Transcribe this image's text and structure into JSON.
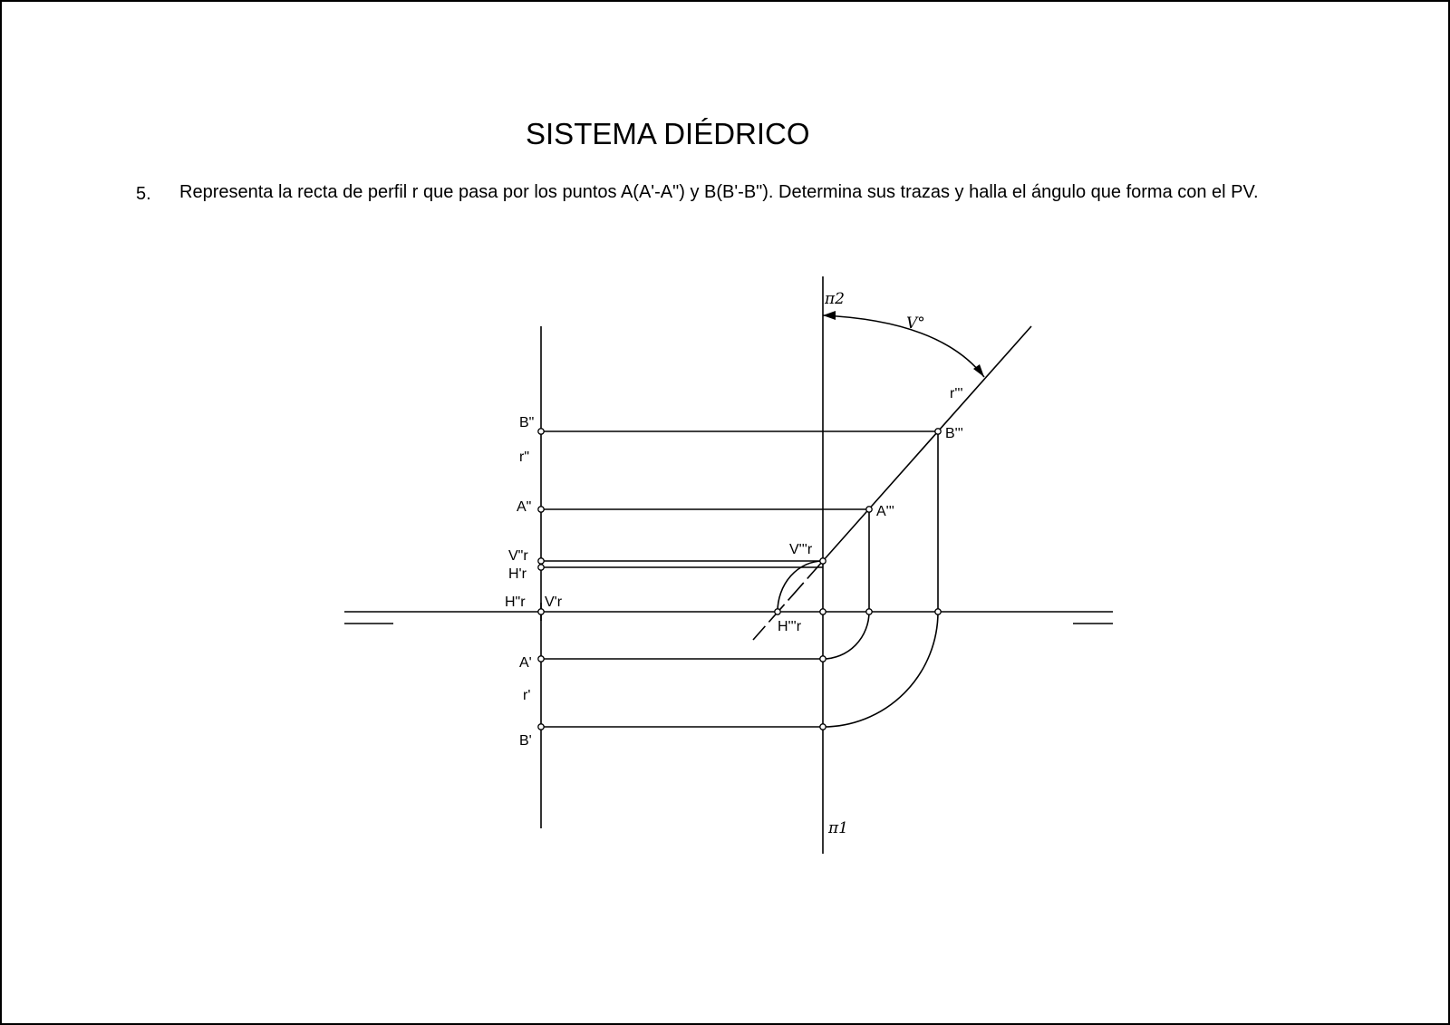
{
  "header": {
    "title": "SISTEMA DIÉDRICO"
  },
  "exercise": {
    "number": "5.",
    "text": "Representa la recta de perfil r que pasa por los puntos A(A'-A\") y B(B'-B\"). Determina sus trazas y halla el ángulo que forma con el PV."
  },
  "drawing": {
    "labels": {
      "pi2": "π2",
      "pi1": "π1",
      "angle": "V°",
      "r_triple": "r'''",
      "b_double": "B\"",
      "r_double": "r\"",
      "a_double": "A\"",
      "v_double_r": "V\"r",
      "h_single_r": "H'r",
      "h_double_r": "H\"r",
      "v_single_r": "V'r",
      "a_single": "A'",
      "r_single": "r'",
      "b_single": "B'",
      "b_triple": "B'''",
      "a_triple": "A'''",
      "v_triple_r": "V'''r",
      "h_triple_r": "H'''r"
    }
  }
}
